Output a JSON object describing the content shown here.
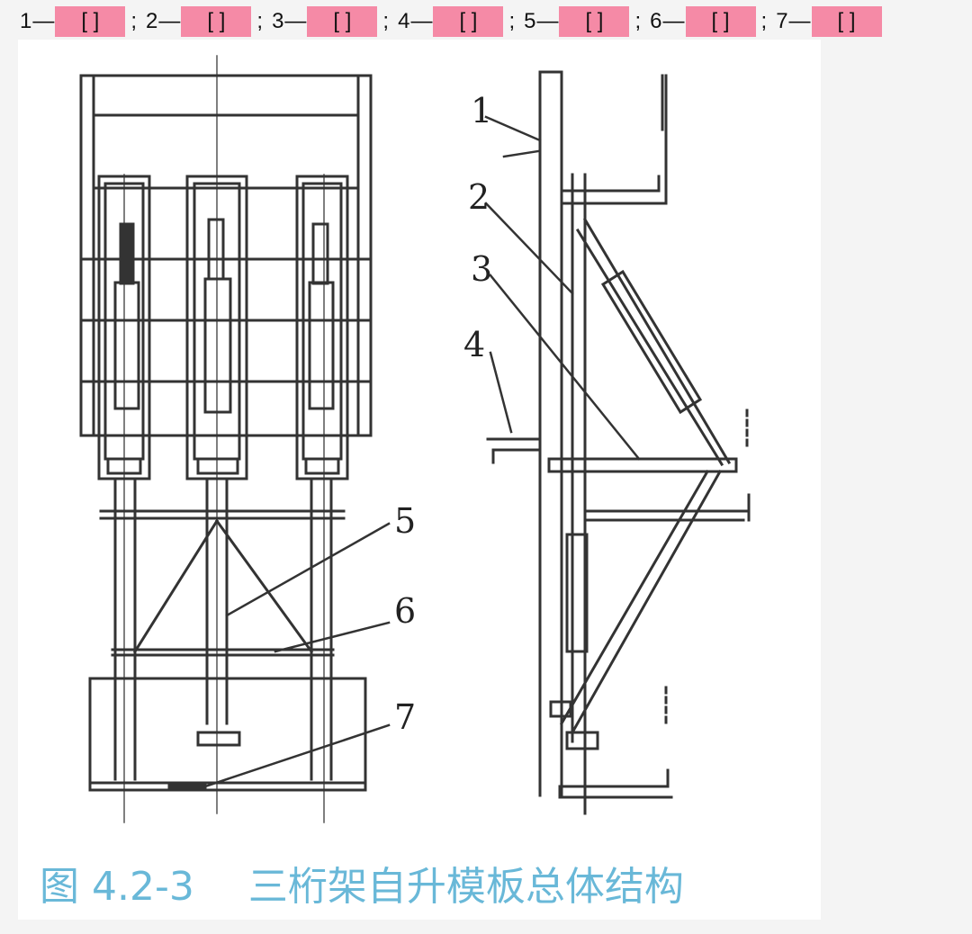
{
  "answer_line": {
    "items": [
      {
        "number": "1",
        "dash": "—",
        "blank": "[ ]"
      },
      {
        "number": "2",
        "dash": "—",
        "blank": "[ ]"
      },
      {
        "number": "3",
        "dash": "—",
        "blank": "[ ]"
      },
      {
        "number": "4",
        "dash": "—",
        "blank": "[ ]"
      },
      {
        "number": "5",
        "dash": "—",
        "blank": "[ ]"
      },
      {
        "number": "6",
        "dash": "—",
        "blank": "[ ]"
      },
      {
        "number": "7",
        "dash": "—",
        "blank": "[ ]"
      }
    ],
    "separator": ";",
    "blank_color": "#f58aa6"
  },
  "figure": {
    "callouts": [
      "1",
      "2",
      "3",
      "4",
      "5",
      "6",
      "7"
    ],
    "caption_number": "图 4.2-3",
    "caption_title": "三桁架自升模板总体结构",
    "caption_color": "#69b8d8",
    "line_color": "#333333"
  }
}
